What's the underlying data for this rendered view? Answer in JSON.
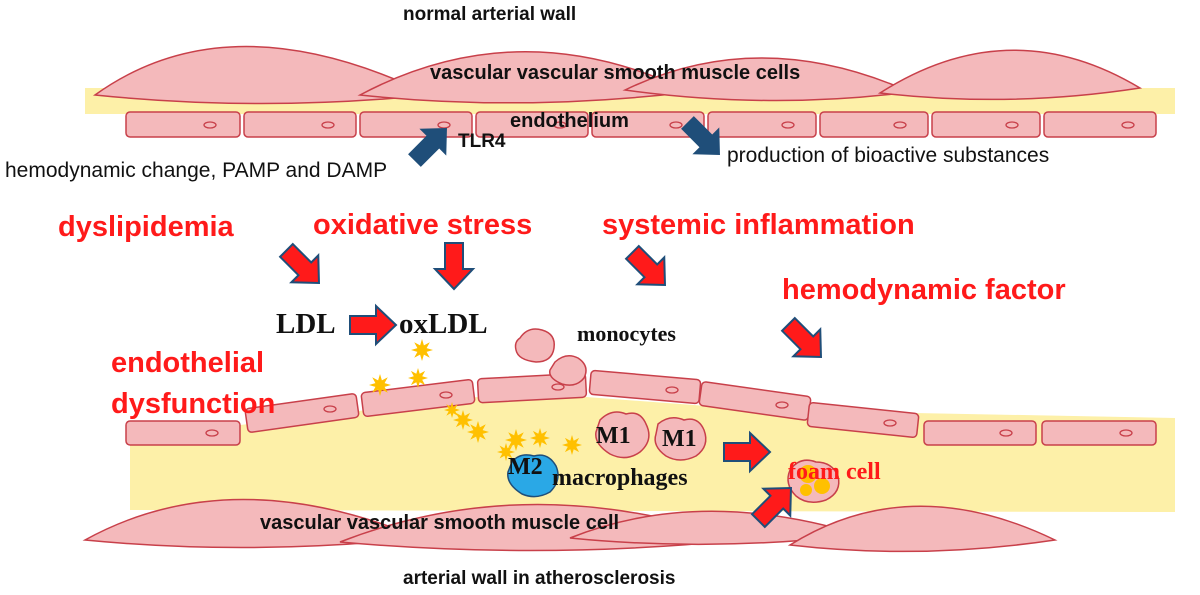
{
  "titles": {
    "top": "normal arterial wall",
    "bottom": "arterial wall in atherosclerosis"
  },
  "top_wall": {
    "smooth_muscle": "vascular vascular smooth muscle cells",
    "endothelium": "endothelium",
    "receptor": "TLR4",
    "stimulus": "hemodynamic change, PAMP and DAMP",
    "output": "production of bioactive substances"
  },
  "risk_factors": {
    "dyslipidemia": "dyslipidemia",
    "oxidative_stress": "oxidative stress",
    "systemic_inflammation": "systemic inflammation",
    "hemodynamic_factor": "hemodynamic factor"
  },
  "lower_wall": {
    "ldl": "LDL",
    "oxldl": "oxLDL",
    "monocytes": "monocytes",
    "endothelial_dysfunction_line1": "endothelial",
    "endothelial_dysfunction_line2": "dysfunction",
    "m1_a": "M1",
    "m1_b": "M1",
    "m2": "M2",
    "macrophages": "macrophages",
    "foam_cell": "foam cell",
    "smooth_muscle": "vascular vascular smooth muscle cell"
  },
  "colors": {
    "cell_fill": "#f4b9bb",
    "cell_stroke": "#c8404a",
    "intima": "#fdf0a8",
    "arrow_blue": "#1f4e79",
    "arrow_red": "#ff1a1a",
    "oxldl_star": "#ffc000",
    "m2_fill": "#2aa8e6",
    "label_red": "#ff1a1a"
  }
}
